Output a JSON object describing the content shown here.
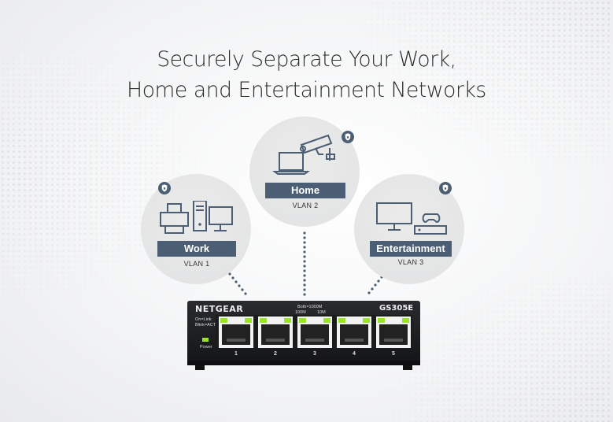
{
  "headline": {
    "line1": "Securely Separate Your Work,",
    "line2": "Home and Entertainment Networks"
  },
  "networks": {
    "work": {
      "label": "Work",
      "vlan": "VLAN 1",
      "icon": "office-workstation-icon"
    },
    "home": {
      "label": "Home",
      "vlan": "VLAN 2",
      "icon": "laptop-and-camera-icon"
    },
    "entertainment": {
      "label": "Entertainment",
      "vlan": "VLAN 3",
      "icon": "tv-and-game-console-icon"
    }
  },
  "switch": {
    "brand": "NETGEAR",
    "model": "GS305E",
    "legend_onlink": "On=Link",
    "legend_blink": "Blink=ACT",
    "legend_both": "Both=1000M",
    "legend_100": "100M",
    "legend_10": "10M",
    "power_label": "Power",
    "port_numbers": [
      "1",
      "2",
      "3",
      "4",
      "5"
    ],
    "led_color": "#9be22d",
    "body_color": "#1b1c1e"
  },
  "colors": {
    "label_bg": "#4c5e74",
    "bubble": "#e3e4e5",
    "dotted_line": "#4c5e74"
  }
}
